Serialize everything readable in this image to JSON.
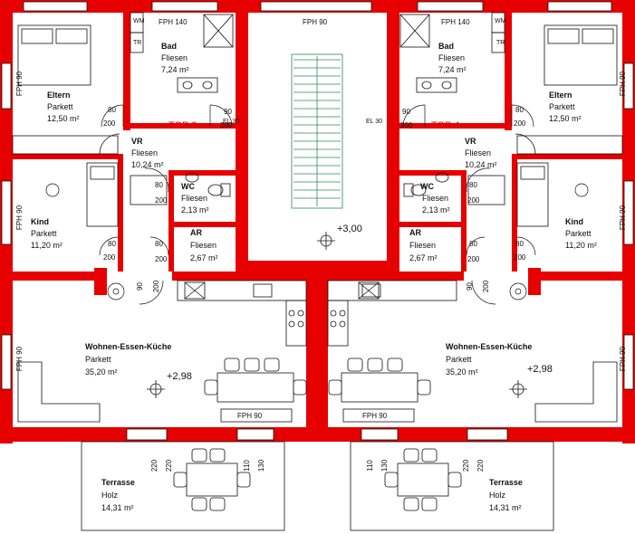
{
  "units": [
    {
      "top_label": "TOP 3",
      "rooms": {
        "bad": {
          "name": "Bad",
          "floor": "Fliesen",
          "area": "7,24 m²"
        },
        "eltern": {
          "name": "Eltern",
          "floor": "Parkett",
          "area": "12,50 m²"
        },
        "vr": {
          "name": "VR",
          "floor": "Fliesen",
          "area": "10,24 m²"
        },
        "wc": {
          "name": "WC",
          "floor": "Fliesen",
          "area": "2,13 m²"
        },
        "ar": {
          "name": "AR",
          "floor": "Fliesen",
          "area": "2,67 m²"
        },
        "kind": {
          "name": "Kind",
          "floor": "Parkett",
          "area": "11,20 m²"
        },
        "wek": {
          "name": "Wohnen-Essen-Küche",
          "floor": "Parkett",
          "area": "35,20 m²"
        },
        "terrasse": {
          "name": "Terrasse",
          "floor": "Holz",
          "area": "14,31 m²"
        }
      },
      "level": "+2,98",
      "window_fph140": "FPH 140",
      "window_fph90_side": "FPH 90",
      "window_fph90_kind": "FPH 90",
      "window_fph90_wek": "FPH 90",
      "window_fph90_bottom": "FPH 90",
      "wm": "WM",
      "tr": "TR",
      "el": "EL 30",
      "doors": {
        "bad": [
          "90",
          "200"
        ],
        "eltern": [
          "80",
          "200"
        ],
        "wc": [
          "80",
          "200"
        ],
        "kind": [
          "80",
          "200"
        ],
        "ar": [
          "80",
          "200"
        ],
        "entry": [
          "90",
          "200"
        ]
      },
      "terrace_dims": [
        "220",
        "220",
        "110",
        "130"
      ]
    },
    {
      "top_label": "TOP 4",
      "rooms": {
        "bad": {
          "name": "Bad",
          "floor": "Fliesen",
          "area": "7,24 m²"
        },
        "eltern": {
          "name": "Eltern",
          "floor": "Parkett",
          "area": "12,50 m²"
        },
        "vr": {
          "name": "VR",
          "floor": "Fliesen",
          "area": "10,24 m²"
        },
        "wc": {
          "name": "WC",
          "floor": "Fliesen",
          "area": "2,13 m²"
        },
        "ar": {
          "name": "AR",
          "floor": "Fliesen",
          "area": "2,67 m²"
        },
        "kind": {
          "name": "Kind",
          "floor": "Parkett",
          "area": "11,20 m²"
        },
        "wek": {
          "name": "Wohnen-Essen-Küche",
          "floor": "Parkett",
          "area": "35,20 m²"
        },
        "terrasse": {
          "name": "Terrasse",
          "floor": "Holz",
          "area": "14,31 m²"
        }
      },
      "level": "+2,98",
      "window_fph140": "FPH 140",
      "window_fph90_side": "FPH 90",
      "window_fph90_kind": "FPH 90",
      "window_fph90_wek": "FPH 90",
      "window_fph90_bottom": "FPH 90",
      "wm": "WM",
      "tr": "TR",
      "el": "EL 30",
      "doors": {
        "bad": [
          "90",
          "200"
        ],
        "eltern": [
          "80",
          "200"
        ],
        "wc": [
          "80",
          "200"
        ],
        "kind": [
          "80",
          "200"
        ],
        "ar": [
          "80",
          "200"
        ],
        "entry": [
          "90",
          "200"
        ]
      },
      "terrace_dims": [
        "110",
        "130",
        "220",
        "220"
      ]
    }
  ],
  "stair": {
    "window": "FPH 90",
    "level": "+3,00"
  },
  "colors": {
    "wall": "#e60000",
    "line": "#111111",
    "stair": "#2e8b57"
  }
}
